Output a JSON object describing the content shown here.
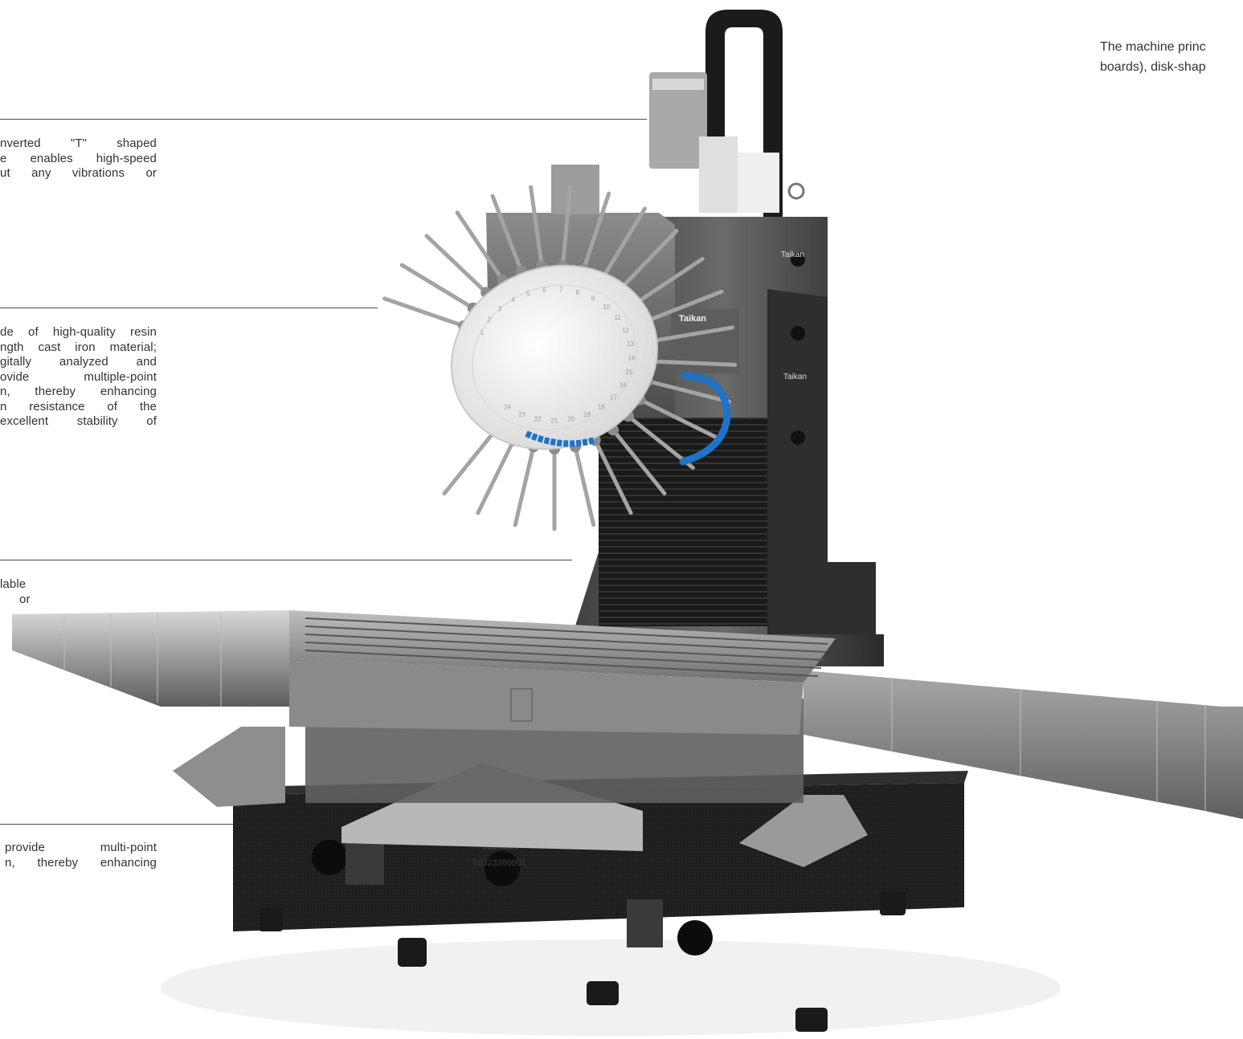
{
  "intro": {
    "lines": [
      "The machine princ",
      "boards), disk-shap"
    ]
  },
  "callouts": [
    {
      "lines": [
        "nverted \"T\" shaped",
        "e enables high-speed",
        "ut any vibrations or"
      ]
    },
    {
      "lines": [
        "de of high-quality resin",
        "ngth cast iron material;",
        "gitally analyzed and",
        "ovide multiple-point",
        "n, thereby enhancing",
        "n resistance of the",
        "excellent stability of"
      ]
    },
    {
      "lines": [
        "lable",
        "or"
      ]
    },
    {
      "lines": [
        "provide multi-point",
        "n, thereby enhancing"
      ]
    }
  ],
  "machine": {
    "brand": "Taikan",
    "serial": "T0J23280001",
    "magazine_numbers": [
      "1",
      "2",
      "3",
      "4",
      "5",
      "6",
      "7",
      "8",
      "9",
      "10",
      "11",
      "12",
      "13",
      "14",
      "15",
      "16",
      "17",
      "18",
      "19",
      "20",
      "21",
      "22",
      "23",
      "24"
    ]
  },
  "colors": {
    "frame_dark": "#1c1c1c",
    "frame_grey": "#5e5e5e",
    "steel_light": "#c9c9c9",
    "magazine_white": "#f2f2f2",
    "coolant_blue": "#1e73c8",
    "leader_line": "#4a4a4a"
  }
}
